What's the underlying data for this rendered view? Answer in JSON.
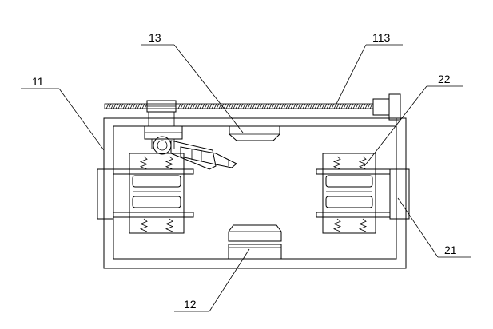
{
  "diagram": {
    "labels": {
      "l11": "11",
      "l12": "12",
      "l13": "13",
      "l113": "113",
      "l21": "21",
      "l22": "22"
    },
    "colors": {
      "line": "#000000",
      "background": "#ffffff"
    }
  }
}
